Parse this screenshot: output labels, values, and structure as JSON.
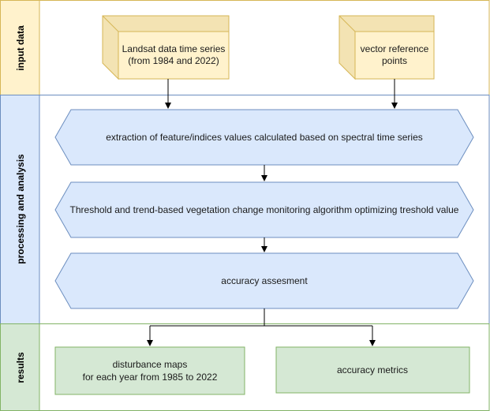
{
  "lanes": [
    {
      "id": "input",
      "label": "input data",
      "header_color": "#fff2cc",
      "border_color": "#d6b656"
    },
    {
      "id": "processing",
      "label": "processing and analysis",
      "header_color": "#dae8fc",
      "border_color": "#6c8ebf"
    },
    {
      "id": "results",
      "label": "results",
      "header_color": "#d5e8d4",
      "border_color": "#82b366"
    }
  ],
  "nodes": {
    "landsat": {
      "lines": [
        "Landsat data time series",
        "(from 1984 and 2022)"
      ],
      "fill": "#fff2cc",
      "stroke": "#d6b656"
    },
    "vector": {
      "lines": [
        "vector reference",
        "points"
      ],
      "fill": "#fff2cc",
      "stroke": "#d6b656"
    },
    "extraction": {
      "lines": [
        "extraction of feature/indices values calculated based on spectral time series"
      ],
      "fill": "#dae8fc",
      "stroke": "#6c8ebf"
    },
    "threshold": {
      "lines": [
        "Threshold and trend-based vegetation change monitoring algorithm optimizing treshold value"
      ],
      "fill": "#dae8fc",
      "stroke": "#6c8ebf"
    },
    "accuracy_assessment": {
      "lines": [
        "accuracy assesment"
      ],
      "fill": "#dae8fc",
      "stroke": "#6c8ebf"
    },
    "disturbance_maps": {
      "lines": [
        "disturbance maps",
        "for each year from 1985 to 2022"
      ],
      "fill": "#d5e8d4",
      "stroke": "#82b366"
    },
    "accuracy_metrics": {
      "lines": [
        "accuracy metrics"
      ],
      "fill": "#d5e8d4",
      "stroke": "#82b366"
    }
  },
  "edges": [
    {
      "from": "landsat",
      "to": "extraction"
    },
    {
      "from": "vector",
      "to": "extraction"
    },
    {
      "from": "extraction",
      "to": "threshold"
    },
    {
      "from": "threshold",
      "to": "accuracy_assessment"
    },
    {
      "from": "accuracy_assessment",
      "to": "disturbance_maps"
    },
    {
      "from": "accuracy_assessment",
      "to": "accuracy_metrics"
    }
  ]
}
